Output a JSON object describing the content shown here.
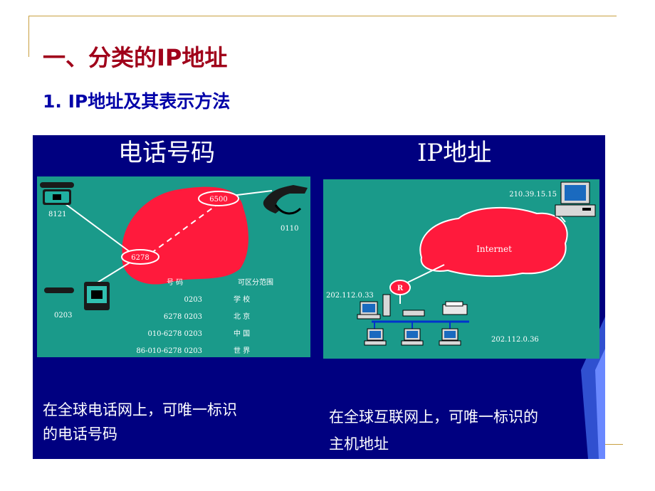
{
  "slide": {
    "title": "一、分类的IP地址",
    "subtitle": "1. IP地址及其表示方法"
  },
  "phone_panel": {
    "title": "电话号码",
    "phone_a": "8121",
    "phone_b": "0110",
    "phone_c": "0203",
    "node_upper": "6500",
    "node_lower": "6278",
    "table_header_number": "号 码",
    "table_header_range": "可区分范围",
    "rows": [
      {
        "number": "0203",
        "range": "学 校"
      },
      {
        "number": "6278 0203",
        "range": "北 京"
      },
      {
        "number": "010-6278 0203",
        "range": "中 国"
      },
      {
        "number": "86-010-6278 0203",
        "range": "世 界"
      }
    ],
    "caption_line1": "在全球电话网上，可唯一标识",
    "caption_line2": "的电话号码"
  },
  "ip_panel": {
    "title": "IP地址",
    "cloud_label": "Internet",
    "router_label": "R",
    "host_ip_top": "210.39.15.15",
    "host_ip_left": "202.112.0.33",
    "host_ip_bottom": "202.112.0.36",
    "caption_line1": "在全球互联网上，可唯一标识的",
    "caption_line2": "主机地址"
  },
  "colors": {
    "title": "#a0001a",
    "subtitle": "#0000a8",
    "panel_bg": "#000080",
    "diagram_bg": "#1a9a8a",
    "cloud": "#ff1a3c",
    "frame_line": "#c8a040"
  }
}
